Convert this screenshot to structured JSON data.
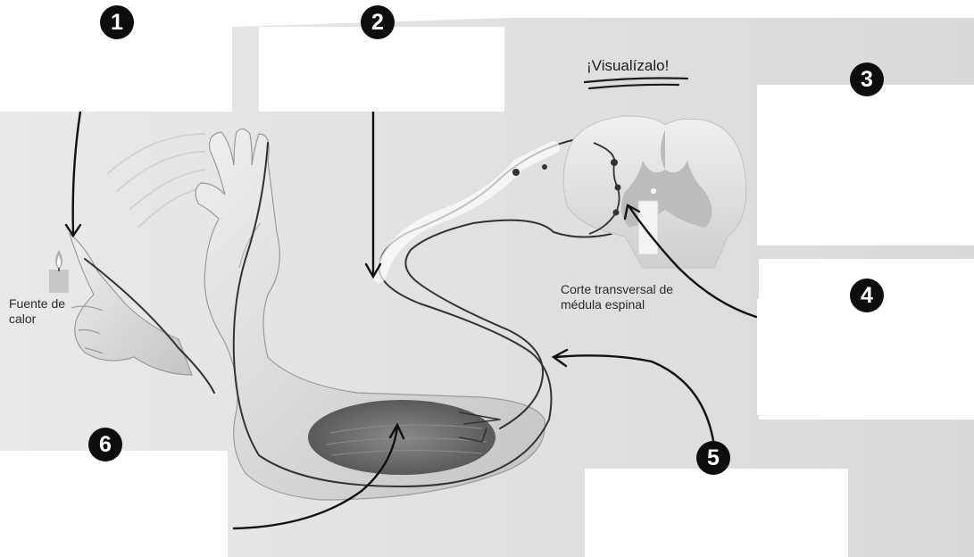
{
  "title": "¡Visualízalo!",
  "captions": {
    "heat_source": "Fuente de calor",
    "cross_section": "Corte transversal de médula espinal"
  },
  "markers": [
    "1",
    "2",
    "3",
    "4",
    "5",
    "6"
  ],
  "colors": {
    "marker_fill": "#0d0d0d",
    "label_box_fill": "#ffffff",
    "background_gray": "#e4e4e4",
    "muscle": "#6d6d6d"
  }
}
